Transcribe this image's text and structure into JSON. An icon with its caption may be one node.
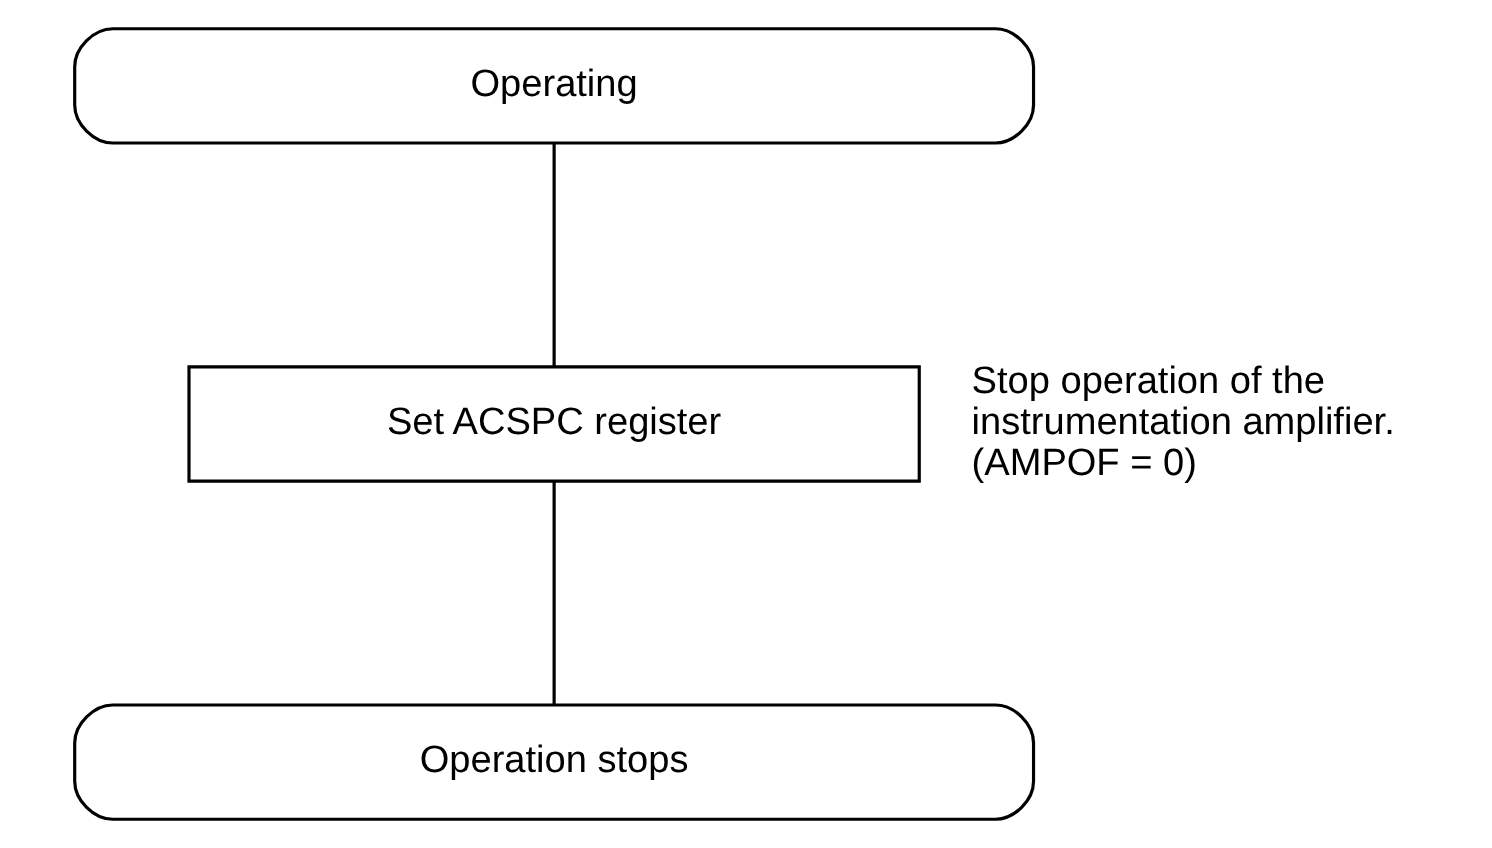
{
  "diagram": {
    "nodes": [
      {
        "text": [
          "Operating"
        ]
      },
      {
        "text": [
          "Set ACSPC register"
        ],
        "beside": [
          "Stop operation of the instrumentation amplifier. (AMPOF = 0)"
        ]
      },
      {
        "text": [
          "Operation stops"
        ]
      }
    ],
    "edges": [
      {
        "from": 0,
        "to": 1,
        "arrow": "none"
      },
      {
        "from": 1,
        "to": 2,
        "arrow": "none"
      }
    ]
  }
}
